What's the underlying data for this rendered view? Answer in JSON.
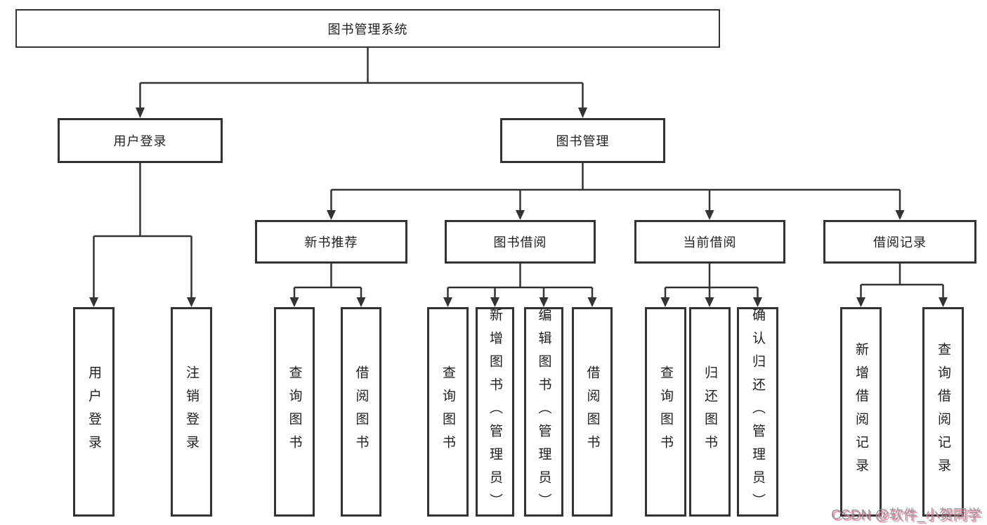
{
  "tree": {
    "label": "图书管理系统",
    "children": [
      {
        "label": "用户登录",
        "children": [
          {
            "label": "用户登录"
          },
          {
            "label": "注销登录"
          }
        ]
      },
      {
        "label": "图书管理",
        "children": [
          {
            "label": "新书推荐",
            "children": [
              {
                "label": "查询图书"
              },
              {
                "label": "借阅图书"
              }
            ]
          },
          {
            "label": "图书借阅",
            "children": [
              {
                "label": "查询图书"
              },
              {
                "label": "新增图书（管理员）"
              },
              {
                "label": "编辑图书（管理员）"
              },
              {
                "label": "借阅图书"
              }
            ]
          },
          {
            "label": "当前借阅",
            "children": [
              {
                "label": "查询图书"
              },
              {
                "label": "归还图书"
              },
              {
                "label": "确认归还（管理员）"
              }
            ]
          },
          {
            "label": "借阅记录",
            "children": [
              {
                "label": "新增借阅记录"
              },
              {
                "label": "查询借阅记录"
              }
            ]
          }
        ]
      }
    ]
  },
  "watermark": {
    "text": "CSDN @软件_小贺同学"
  },
  "colors": {
    "line": "#333333",
    "box_border": "#333333",
    "text": "#1f1f1f",
    "background": "#ffffff",
    "watermark_text": "#96969e",
    "watermark_shadow": "#f85678"
  }
}
